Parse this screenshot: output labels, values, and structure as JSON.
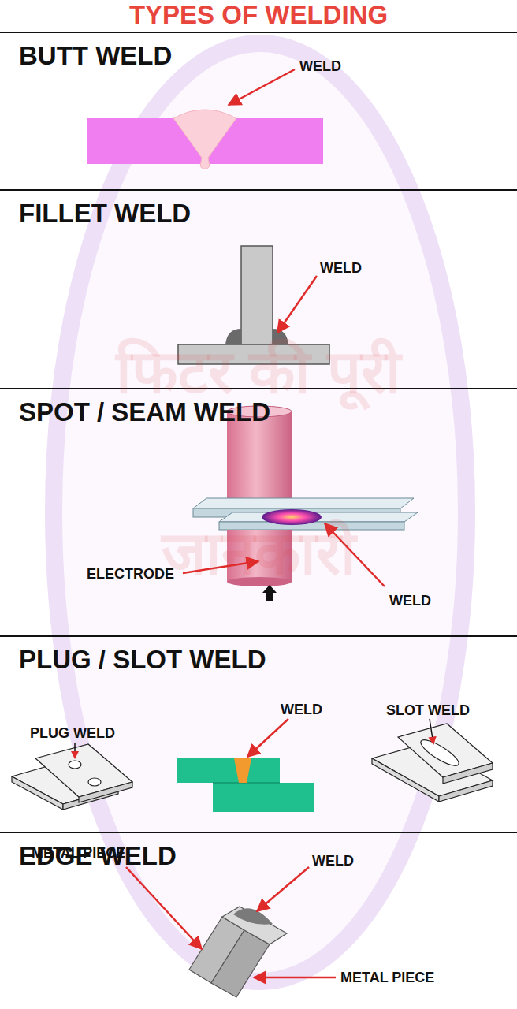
{
  "diagram": {
    "title": "TYPES OF WELDING",
    "nodes": [
      {
        "text": [
          "BUTT WELD"
        ]
      },
      {
        "text": [
          "FILLET WELD"
        ]
      },
      {
        "text": [
          "SPOT / SEAM WELD"
        ]
      },
      {
        "text": [
          "PLUG / SLOT WELD"
        ]
      },
      {
        "text": [
          "EDGE WELD"
        ]
      }
    ],
    "labels": [
      "WELD",
      "WELD",
      "ELECTRODE",
      "WELD",
      "PLUG WELD",
      "WELD",
      "SLOT WELD",
      "WELD",
      "METAL PIECE",
      "METAL PIECE",
      "फिटर की पूरी",
      "जानकारी"
    ]
  }
}
